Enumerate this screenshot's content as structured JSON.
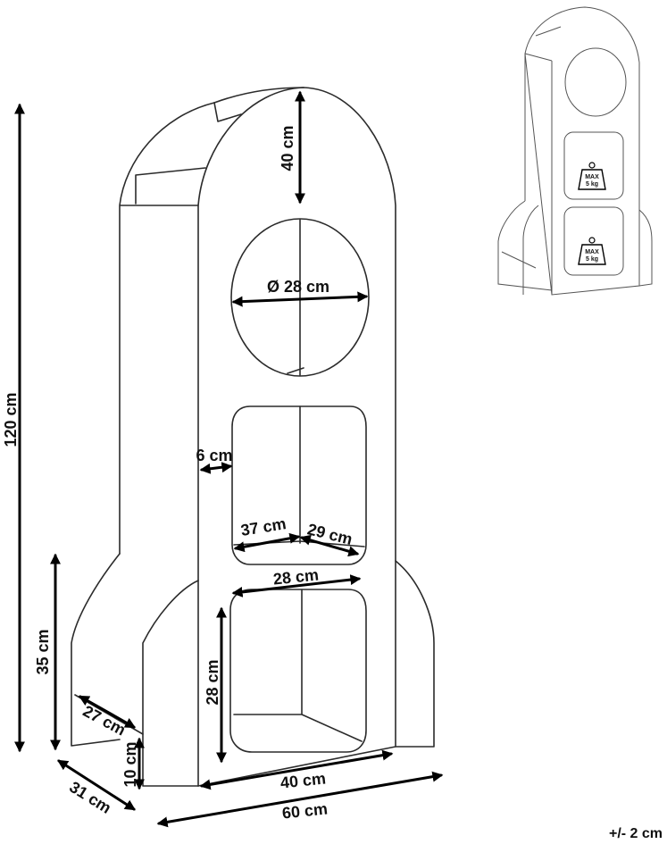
{
  "dimensions": {
    "height_total": "120 cm",
    "nose_height": "40 cm",
    "porthole_diameter": "Ø 28 cm",
    "wall_thickness": "6 cm",
    "shelf_width": "37 cm",
    "shelf_depth": "29 cm",
    "opening_width": "28 cm",
    "opening_height": "28 cm",
    "fin_height": "35 cm",
    "fin_depth": "27 cm",
    "base_height": "10 cm",
    "base_depth": "31 cm",
    "body_width": "40 cm",
    "overall_width": "60 cm"
  },
  "load_badge": {
    "label": "MAX",
    "value": "5 kg"
  },
  "tolerance": "+/- 2 cm"
}
